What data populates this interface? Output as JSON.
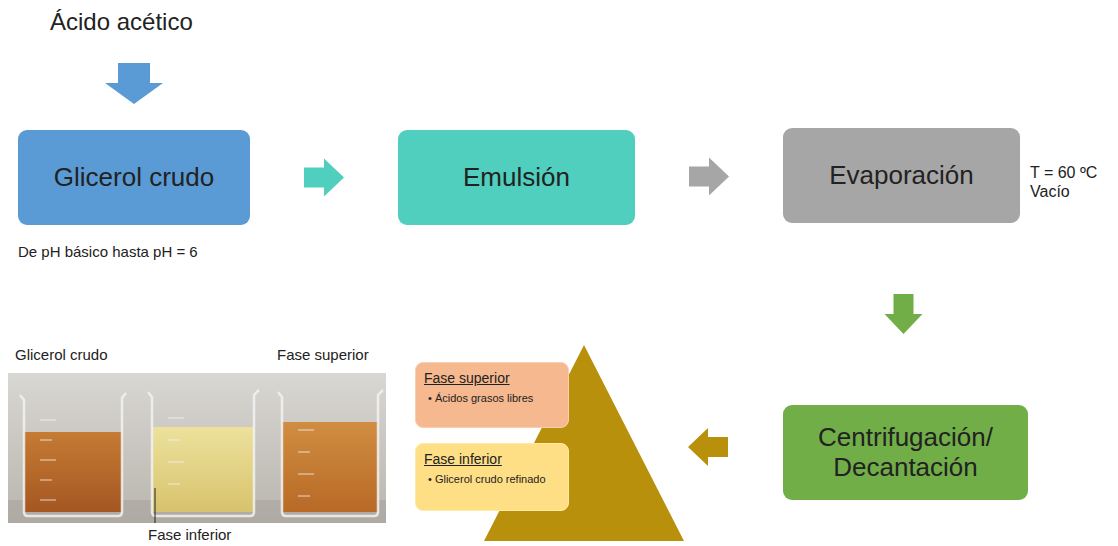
{
  "diagram": {
    "nodes": [
      {
        "text": [
          "Glicerol crudo"
        ]
      },
      {
        "text": [
          "Emulsión"
        ]
      },
      {
        "text": [
          "Evaporación"
        ]
      },
      {
        "text": [
          "Centrifugación/ Decantación"
        ]
      },
      {
        "text": [
          "Fase superior",
          "• Ácidos grasos libres"
        ]
      },
      {
        "text": [
          "Fase inferior",
          "• Glicerol crudo refinado"
        ]
      }
    ],
    "edges": [
      {
        "from": 0,
        "to": 1,
        "arrow": "to"
      },
      {
        "from": 1,
        "to": 2,
        "arrow": "to"
      },
      {
        "from": 2,
        "to": 3,
        "arrow": "to"
      }
    ],
    "labels": [
      "Ácido acético",
      "De pH básico hasta pH = 6",
      "T = 60 ºC Vacío",
      "Glicerol crudo",
      "Fase superior",
      "Fase inferior"
    ]
  }
}
